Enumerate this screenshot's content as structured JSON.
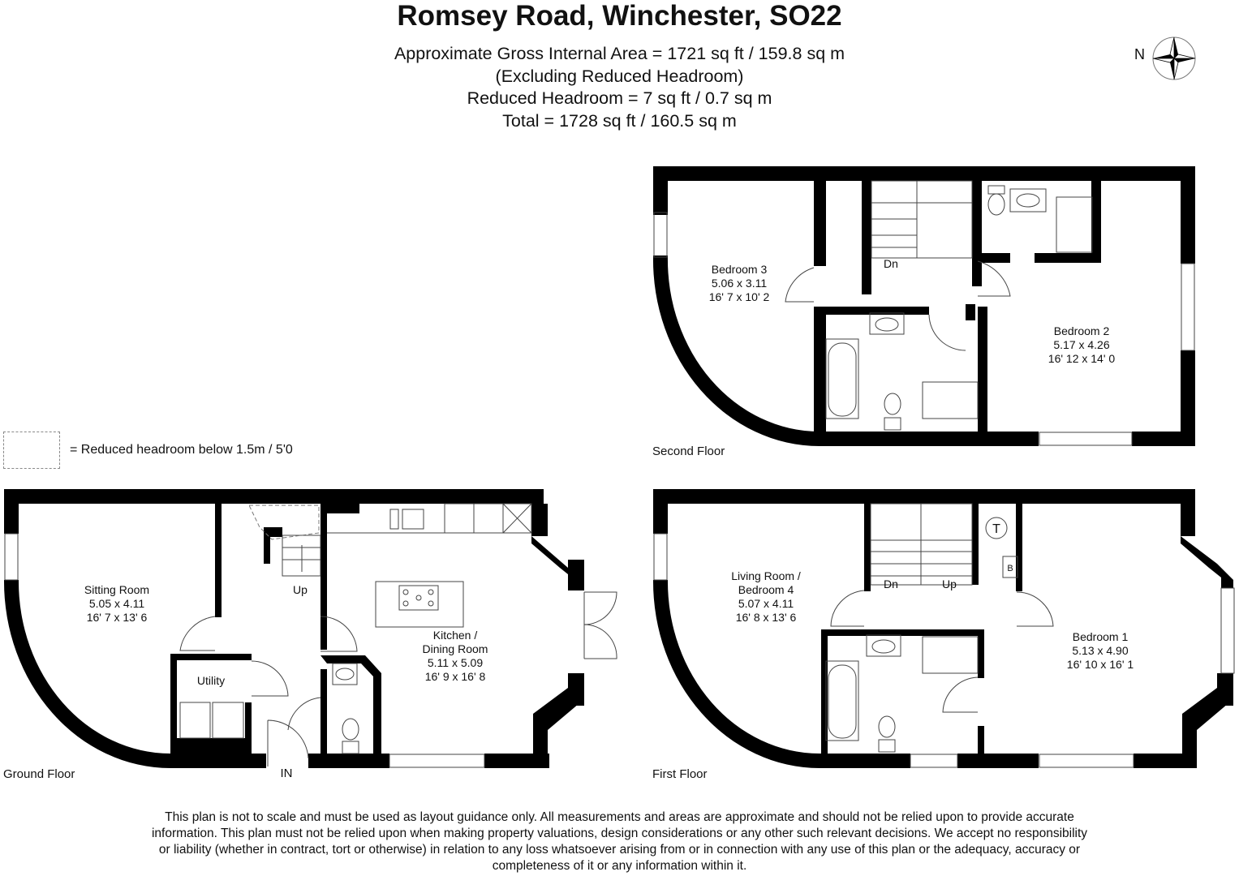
{
  "header": {
    "title": "Romsey Road, Winchester, SO22",
    "area_lines": [
      "Approximate Gross Internal Area = 1721 sq ft / 159.8 sq m",
      "(Excluding Reduced Headroom)",
      "Reduced Headroom = 7 sq ft / 0.7 sq m",
      "Total = 1728 sq ft / 160.5 sq m"
    ]
  },
  "compass": {
    "label": "N",
    "icon": "compass-rose-icon"
  },
  "legend": {
    "text": "= Reduced headroom below 1.5m / 5'0",
    "icon": "dashed-box-icon"
  },
  "floors": {
    "second": {
      "label": "Second Floor",
      "stair_label": "Dn",
      "rooms": [
        {
          "name": "Bedroom 3",
          "metric": "5.06 x 3.11",
          "imperial": "16' 7 x 10' 2"
        },
        {
          "name": "Bedroom 2",
          "metric": "5.17 x 4.26",
          "imperial": "16' 12 x 14' 0"
        }
      ]
    },
    "ground": {
      "label": "Ground Floor",
      "stair_label": "Up",
      "entrance_label": "IN",
      "rooms": [
        {
          "name": "Sitting Room",
          "metric": "5.05 x 4.11",
          "imperial": "16' 7 x 13' 6"
        },
        {
          "name": "Utility"
        },
        {
          "name": "Kitchen /",
          "name2": "Dining Room",
          "metric": "5.11 x 5.09",
          "imperial": "16' 9 x 16' 8"
        }
      ]
    },
    "first": {
      "label": "First Floor",
      "stair_down_label": "Dn",
      "stair_up_label": "Up",
      "cupboard_t": "T",
      "cupboard_b": "B",
      "rooms": [
        {
          "name": "Living Room /",
          "name2": "Bedroom 4",
          "metric": "5.07 x 4.11",
          "imperial": "16' 8 x 13' 6"
        },
        {
          "name": "Bedroom 1",
          "metric": "5.13 x 4.90",
          "imperial": "16' 10 x 16' 1"
        }
      ]
    }
  },
  "disclaimer": "This plan is not to scale and must be used as layout guidance only. All measurements and areas are approximate and should not be relied upon to provide accurate information. This plan must not be relied upon when making property valuations, design considerations or any other such relevant decisions. We accept no responsibility or liability (whether in contract, tort or otherwise) in relation to any loss whatsoever arising from or in connection with any use of this plan or the adequacy, accuracy or completeness of it or any information within it.",
  "colors": {
    "wall": "#000000",
    "line": "#555555",
    "background": "#ffffff"
  }
}
